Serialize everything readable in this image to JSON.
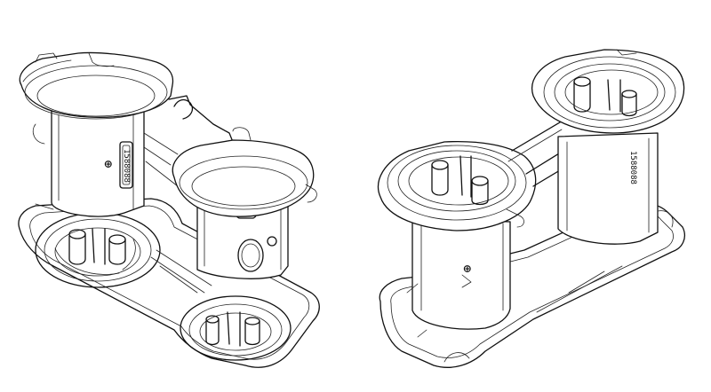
{
  "figure": {
    "views": [
      {
        "id": "left-view",
        "embossed_text": {
          "marking": "1588088",
          "symbol": "⊕"
        }
      },
      {
        "id": "right-view",
        "embossed_text": {
          "marking": "1588088",
          "symbol": "⊕"
        }
      }
    ]
  }
}
